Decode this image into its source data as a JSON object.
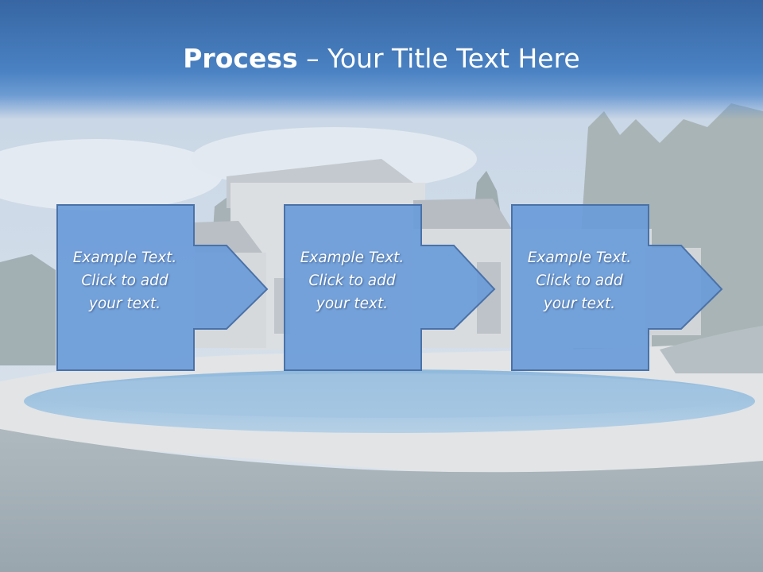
{
  "slide": {
    "title_bold": "Process",
    "title_rest": " – Your Title Text Here"
  },
  "steps": [
    {
      "line1": "Example Text.",
      "line2": "Click  to add",
      "line3": "your text."
    },
    {
      "line1": "Example Text.",
      "line2": "Click  to add",
      "line3": "your text."
    },
    {
      "line1": "Example Text.",
      "line2": "Click  to add",
      "line3": "your text."
    }
  ],
  "colors": {
    "title_band": "#3766a3",
    "shape_fill": "#6a9bd8",
    "shape_stroke": "#4a72a8",
    "text": "#ffffff"
  }
}
